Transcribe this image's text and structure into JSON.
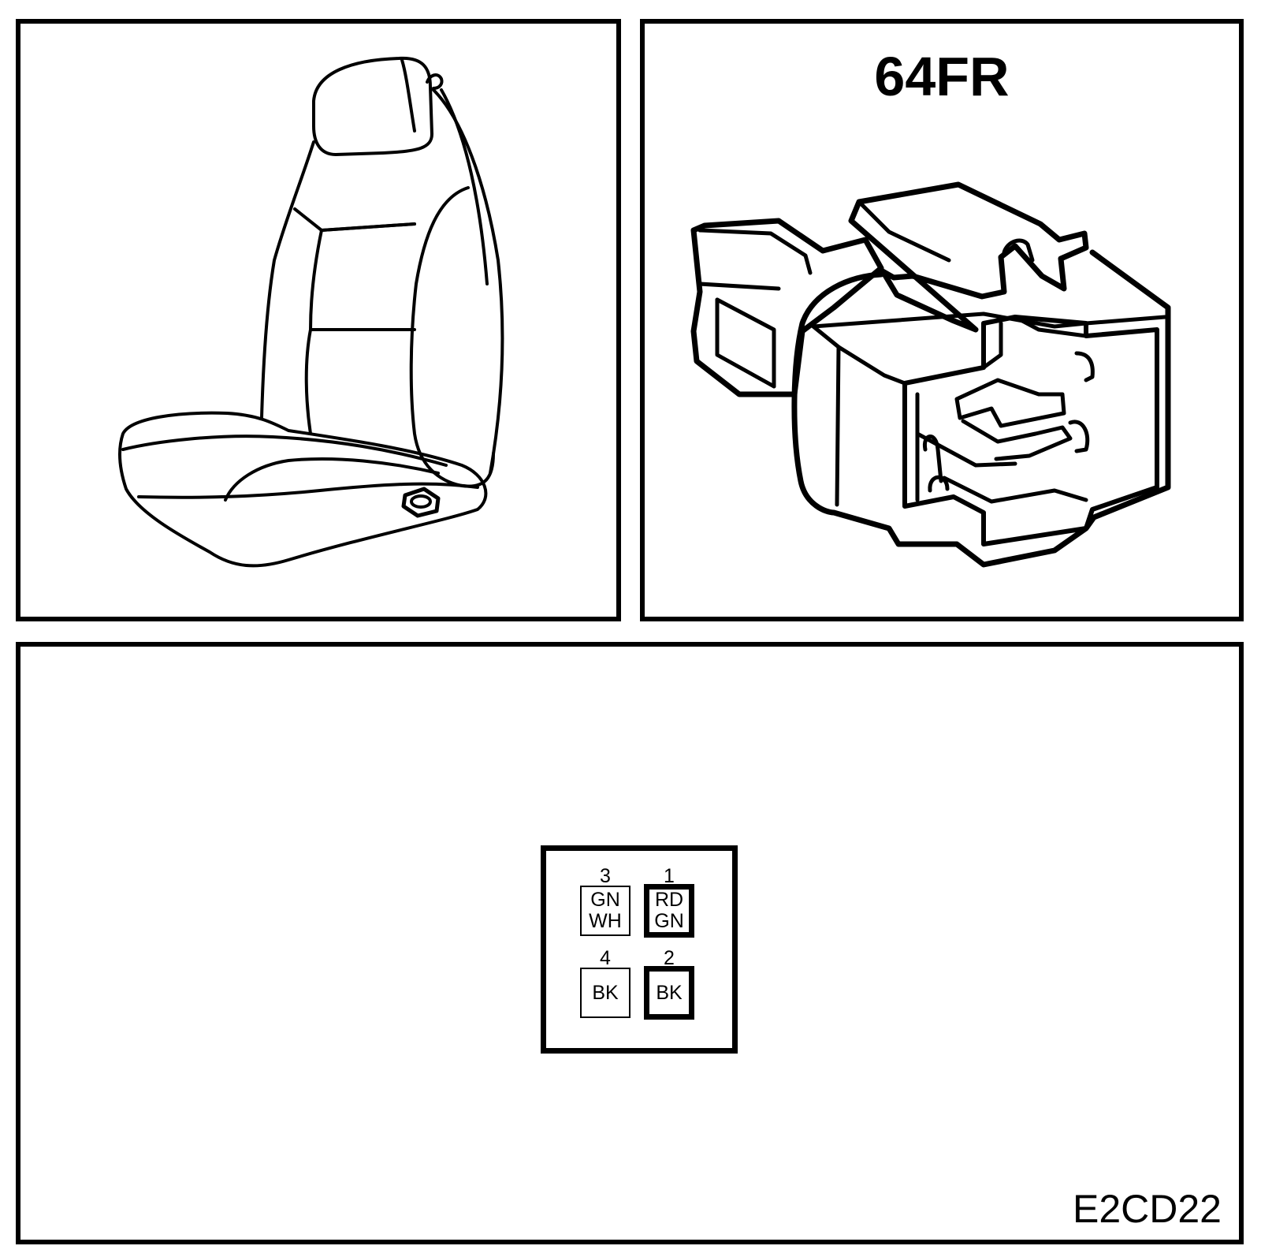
{
  "connector": {
    "title": "64FR",
    "figure_code": "E2CD22",
    "pins": [
      {
        "number": "3",
        "colors": [
          "GN",
          "WH"
        ]
      },
      {
        "number": "1",
        "colors": [
          "RD",
          "GN"
        ]
      },
      {
        "number": "4",
        "colors": [
          "BK"
        ]
      },
      {
        "number": "2",
        "colors": [
          "BK"
        ]
      }
    ]
  },
  "icons": {
    "seat": "seat-icon",
    "connector": "connector-housing-icon"
  }
}
